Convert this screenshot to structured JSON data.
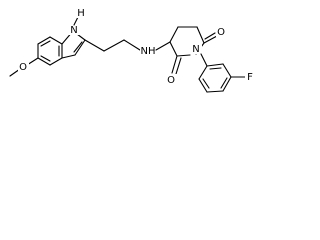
{
  "molecule": {
    "atoms": {
      "indole_nh": "H",
      "indole_n": "N",
      "methoxy_o": "O",
      "amine_nh": "NH",
      "imide_n": "N",
      "carbonyl_o_top": "O",
      "carbonyl_o_bottom": "O",
      "fluorine": "F"
    }
  }
}
